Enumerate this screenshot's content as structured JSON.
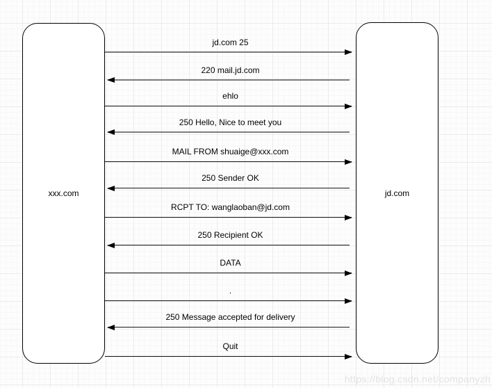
{
  "page": {
    "watermark": "https://blog.csdn.net/companyzh"
  },
  "colors": {
    "background": "#ffffff",
    "grid_minor": "#f7f7f7",
    "grid_major": "#ebebeb",
    "shape_border": "#000000",
    "shape_fill": "#ffffff",
    "arrow": "#161616",
    "arrow_muted": "#7d7d7d",
    "watermark_text": "#e3e3e3"
  },
  "diagram": {
    "type": "sequence",
    "actors": [
      {
        "label": "xxx.com",
        "side": "left"
      },
      {
        "label": "jd.com",
        "side": "right"
      }
    ],
    "messages": [
      {
        "label": "jd.com 25",
        "direction": "ltr"
      },
      {
        "label": "220 mail.jd.com",
        "direction": "rtl"
      },
      {
        "label": "ehlo",
        "direction": "ltr"
      },
      {
        "label": "250 Hello, Nice to meet you",
        "direction": "rtl"
      },
      {
        "label": "MAIL FROM shuaige@xxx.com",
        "direction": "ltr"
      },
      {
        "label": "250 Sender OK",
        "direction": "rtl"
      },
      {
        "label": "RCPT TO: wanglaoban@jd.com",
        "direction": "ltr"
      },
      {
        "label": "250 Recipient OK",
        "direction": "rtl"
      },
      {
        "label": "DATA",
        "direction": "ltr"
      },
      {
        "label": ".",
        "direction": "ltr"
      },
      {
        "label": "250 Message accepted for delivery",
        "direction": "rtl"
      },
      {
        "label": "Quit",
        "direction": "ltr"
      }
    ]
  }
}
